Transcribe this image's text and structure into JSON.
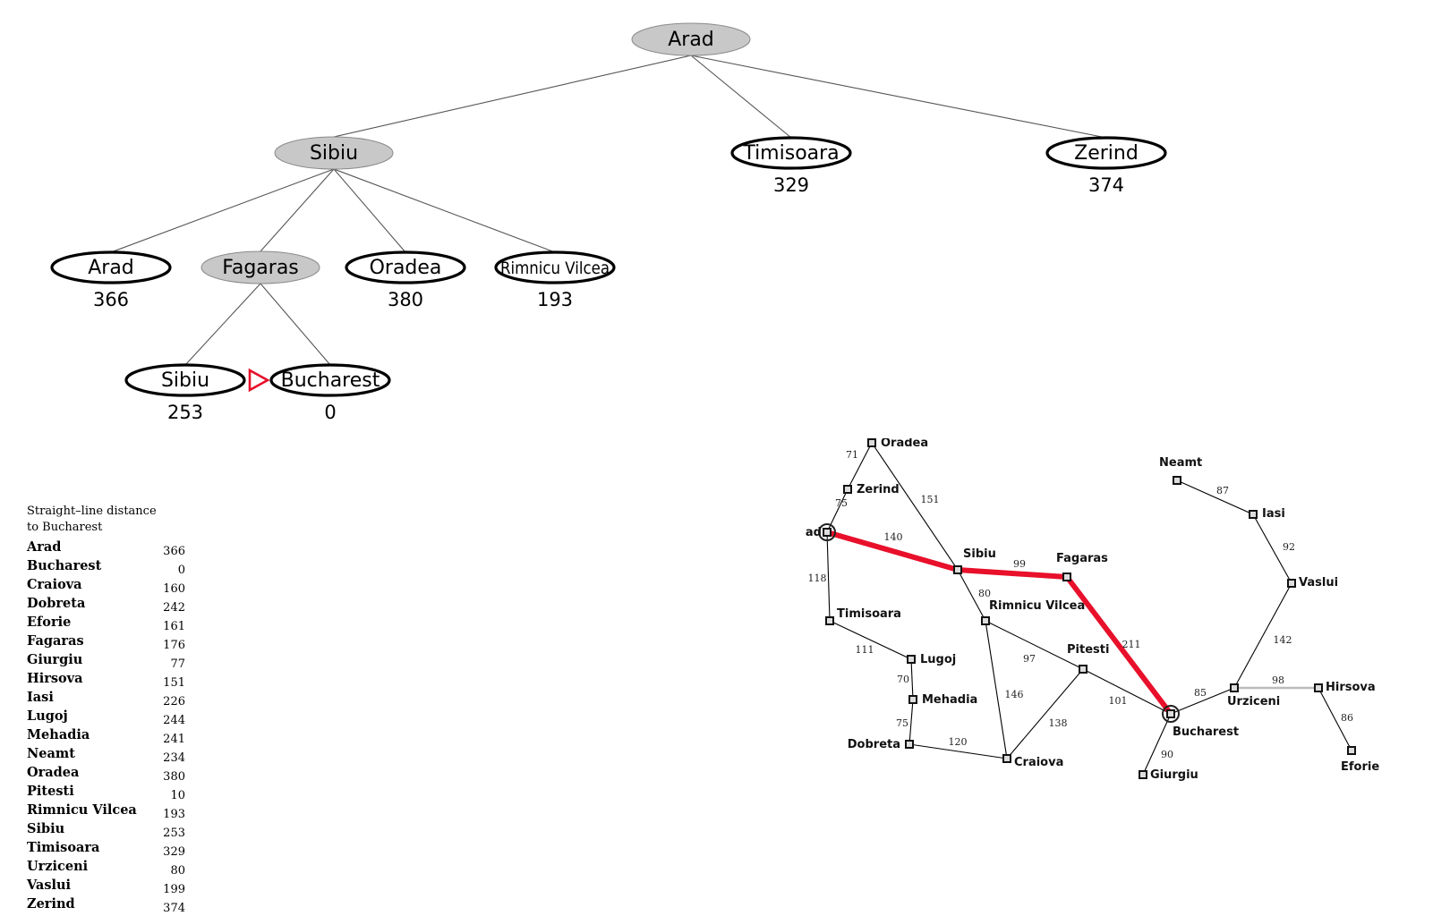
{
  "colors": {
    "expanded_fill": "#c8c8c8",
    "frontier_fill": "#ffffff",
    "path_color": "#e8102a",
    "arrow_color": "#e8102a",
    "road_color": "#000000",
    "gray_road_color": "#bbbbbb"
  },
  "search_tree": {
    "nodes": [
      {
        "id": "t-arad",
        "label": "Arad",
        "expanded": true
      },
      {
        "id": "t-sibiu",
        "label": "Sibiu",
        "expanded": true
      },
      {
        "id": "t-timisoara",
        "label": "Timisoara",
        "h": "329"
      },
      {
        "id": "t-zerind",
        "label": "Zerind",
        "h": "374"
      },
      {
        "id": "t-arad2",
        "label": "Arad",
        "h": "366"
      },
      {
        "id": "t-fagaras",
        "label": "Fagaras",
        "expanded": true
      },
      {
        "id": "t-oradea",
        "label": "Oradea",
        "h": "380"
      },
      {
        "id": "t-rimnicu",
        "label": "Rimnicu Vilcea",
        "h": "193"
      },
      {
        "id": "t-sibiu2",
        "label": "Sibiu",
        "h": "253"
      },
      {
        "id": "t-bucharest",
        "label": "Bucharest",
        "h": "0"
      }
    ],
    "edges": [
      [
        "t-arad",
        "t-sibiu"
      ],
      [
        "t-arad",
        "t-timisoara"
      ],
      [
        "t-arad",
        "t-zerind"
      ],
      [
        "t-sibiu",
        "t-arad2"
      ],
      [
        "t-sibiu",
        "t-fagaras"
      ],
      [
        "t-sibiu",
        "t-oradea"
      ],
      [
        "t-sibiu",
        "t-rimnicu"
      ],
      [
        "t-fagaras",
        "t-sibiu2"
      ],
      [
        "t-fagaras",
        "t-bucharest"
      ]
    ]
  },
  "sld_table": {
    "title_line1": "Straight–line distance",
    "title_line2": "to Bucharest",
    "rows": [
      {
        "city": "Arad",
        "distance": "366"
      },
      {
        "city": "Bucharest",
        "distance": "0"
      },
      {
        "city": "Craiova",
        "distance": "160"
      },
      {
        "city": "Dobreta",
        "distance": "242"
      },
      {
        "city": "Eforie",
        "distance": "161"
      },
      {
        "city": "Fagaras",
        "distance": "176"
      },
      {
        "city": "Giurgiu",
        "distance": "77"
      },
      {
        "city": "Hirsova",
        "distance": "151"
      },
      {
        "city": "Iasi",
        "distance": "226"
      },
      {
        "city": "Lugoj",
        "distance": "244"
      },
      {
        "city": "Mehadia",
        "distance": "241"
      },
      {
        "city": "Neamt",
        "distance": "234"
      },
      {
        "city": "Oradea",
        "distance": "380"
      },
      {
        "city": "Pitesti",
        "distance": "10"
      },
      {
        "city": "Rimnicu Vilcea",
        "distance": "193"
      },
      {
        "city": "Sibiu",
        "distance": "253"
      },
      {
        "city": "Timisoara",
        "distance": "329"
      },
      {
        "city": "Urziceni",
        "distance": "80"
      },
      {
        "city": "Vaslui",
        "distance": "199"
      },
      {
        "city": "Zerind",
        "distance": "374"
      }
    ]
  },
  "map": {
    "cities": [
      {
        "id": "oradea",
        "label": "Oradea"
      },
      {
        "id": "zerind",
        "label": "Zerind"
      },
      {
        "id": "arad",
        "label": "Arad",
        "highlight": true
      },
      {
        "id": "sibiu",
        "label": "Sibiu"
      },
      {
        "id": "fagaras",
        "label": "Fagaras"
      },
      {
        "id": "timisoara",
        "label": "Timisoara"
      },
      {
        "id": "rimnicu",
        "label": "Rimnicu Vilcea"
      },
      {
        "id": "lugoj",
        "label": "Lugoj"
      },
      {
        "id": "mehadia",
        "label": "Mehadia"
      },
      {
        "id": "dobreta",
        "label": "Dobreta"
      },
      {
        "id": "craiova",
        "label": "Craiova"
      },
      {
        "id": "pitesti",
        "label": "Pitesti"
      },
      {
        "id": "bucharest",
        "label": "Bucharest",
        "highlight": true
      },
      {
        "id": "giurgiu",
        "label": "Giurgiu"
      },
      {
        "id": "urziceni",
        "label": "Urziceni"
      },
      {
        "id": "hirsova",
        "label": "Hirsova"
      },
      {
        "id": "eforie",
        "label": "Eforie"
      },
      {
        "id": "vaslui",
        "label": "Vaslui"
      },
      {
        "id": "iasi",
        "label": "Iasi"
      },
      {
        "id": "neamt",
        "label": "Neamt"
      }
    ],
    "roads": [
      {
        "from": "oradea",
        "to": "zerind",
        "distance": "71"
      },
      {
        "from": "zerind",
        "to": "arad",
        "distance": "75"
      },
      {
        "from": "oradea",
        "to": "sibiu",
        "distance": "151"
      },
      {
        "from": "arad",
        "to": "sibiu",
        "distance": "140",
        "path": true
      },
      {
        "from": "arad",
        "to": "timisoara",
        "distance": "118"
      },
      {
        "from": "timisoara",
        "to": "lugoj",
        "distance": "111"
      },
      {
        "from": "lugoj",
        "to": "mehadia",
        "distance": "70"
      },
      {
        "from": "mehadia",
        "to": "dobreta",
        "distance": "75"
      },
      {
        "from": "dobreta",
        "to": "craiova",
        "distance": "120"
      },
      {
        "from": "sibiu",
        "to": "fagaras",
        "distance": "99",
        "path": true
      },
      {
        "from": "sibiu",
        "to": "rimnicu",
        "distance": "80"
      },
      {
        "from": "rimnicu",
        "to": "pitesti",
        "distance": "97"
      },
      {
        "from": "rimnicu",
        "to": "craiova",
        "distance": "146"
      },
      {
        "from": "craiova",
        "to": "pitesti",
        "distance": "138"
      },
      {
        "from": "fagaras",
        "to": "bucharest",
        "distance": "211",
        "path": true
      },
      {
        "from": "pitesti",
        "to": "bucharest",
        "distance": "101"
      },
      {
        "from": "bucharest",
        "to": "giurgiu",
        "distance": "90"
      },
      {
        "from": "bucharest",
        "to": "urziceni",
        "distance": "85"
      },
      {
        "from": "urziceni",
        "to": "hirsova",
        "distance": "98",
        "gray": true
      },
      {
        "from": "hirsova",
        "to": "eforie",
        "distance": "86"
      },
      {
        "from": "urziceni",
        "to": "vaslui",
        "distance": "142"
      },
      {
        "from": "vaslui",
        "to": "iasi",
        "distance": "92"
      },
      {
        "from": "iasi",
        "to": "neamt",
        "distance": "87"
      }
    ]
  }
}
